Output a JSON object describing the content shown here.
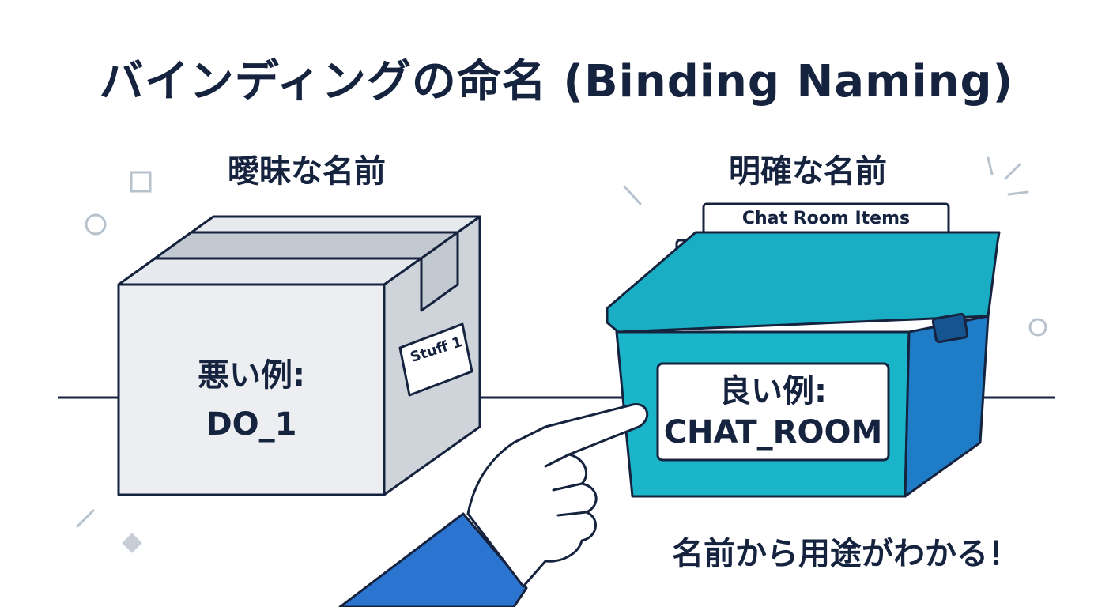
{
  "title": "バインディングの命名 (Binding Naming)",
  "left_heading": "曖昧な名前",
  "right_heading": "明確な名前",
  "bad_example": {
    "label": "悪い例:",
    "name": "DO_1",
    "sticker": "Stuff 1"
  },
  "good_example": {
    "label": "良い例:",
    "name": "CHAT_ROOM",
    "card_title": "Chat Room Items",
    "item_icons": [
      "chat-bubble-icon",
      "user-icon",
      "gear-icon",
      "microphone-icon"
    ]
  },
  "footer": "名前から用途がわかる！",
  "colors": {
    "ink": "#15233f",
    "bin_teal": "#1aaec4",
    "bin_blue": "#1f7cc6",
    "sleeve_blue": "#2b74d0",
    "box_gray": "#e8ebef"
  }
}
